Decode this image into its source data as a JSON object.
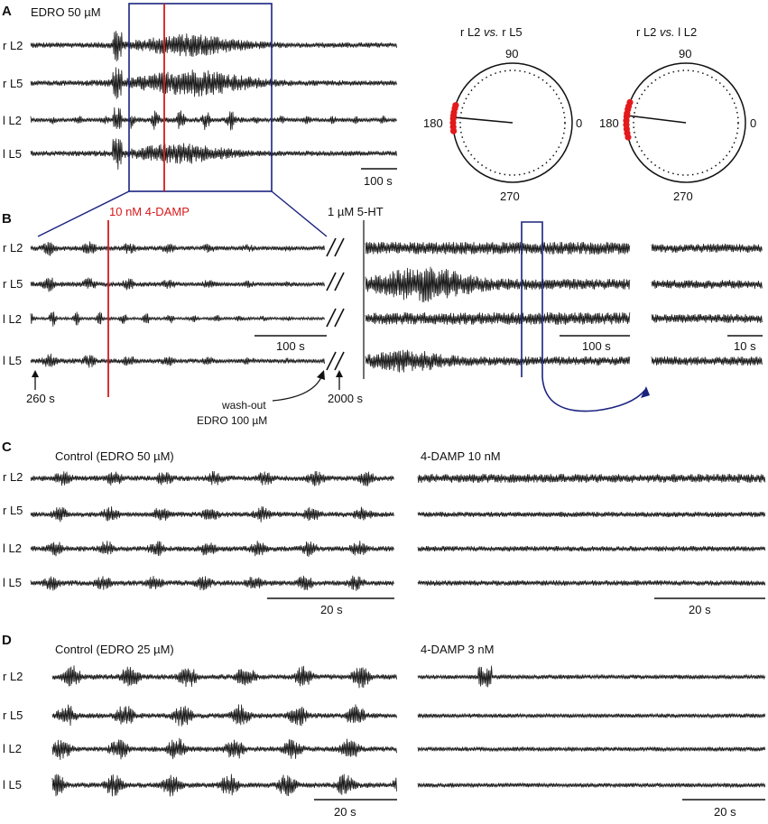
{
  "panel_letters": {
    "a": "A",
    "b": "B",
    "c": "C",
    "d": "D"
  },
  "channels": [
    "r L2",
    "r L5",
    "l L2",
    "l L5"
  ],
  "colors": {
    "trace": "#1a1a1a",
    "red": "#d7191c",
    "blue": "#1a237e",
    "points": "#e31a1c"
  },
  "panel_a": {
    "drug_label": "EDRO 50 µM",
    "scale_bar": "100 s",
    "polar_plots": [
      {
        "title_left": "r L2 ",
        "title_italic": "vs.",
        "title_right": " r L5",
        "tick_top": "90",
        "tick_left": "180",
        "tick_right": "0",
        "tick_bottom": "270"
      },
      {
        "title_left": "r L2 ",
        "title_italic": "vs.",
        "title_right": " l L2",
        "tick_top": "90",
        "tick_left": "180",
        "tick_right": "0",
        "tick_bottom": "270"
      }
    ]
  },
  "panel_b": {
    "red_label": "10 nM 4-DAMP",
    "ht_label": "1 µM 5-HT",
    "start_time": "260 s",
    "resume_time": "2000 s",
    "washout_line1": "wash-out",
    "washout_line2": "EDRO 100 µM",
    "scale_bar_1": "100 s",
    "scale_bar_2": "100 s",
    "scale_bar_3": "10 s"
  },
  "panel_c": {
    "left_title": "Control (EDRO 50 µM)",
    "right_title": "4-DAMP 10 nM",
    "scale_left": "20 s",
    "scale_right": "20 s"
  },
  "panel_d": {
    "left_title": "Control (EDRO 25 µM)",
    "right_title": "4-DAMP 3 nM",
    "scale_left": "20 s",
    "scale_right": "20 s"
  }
}
